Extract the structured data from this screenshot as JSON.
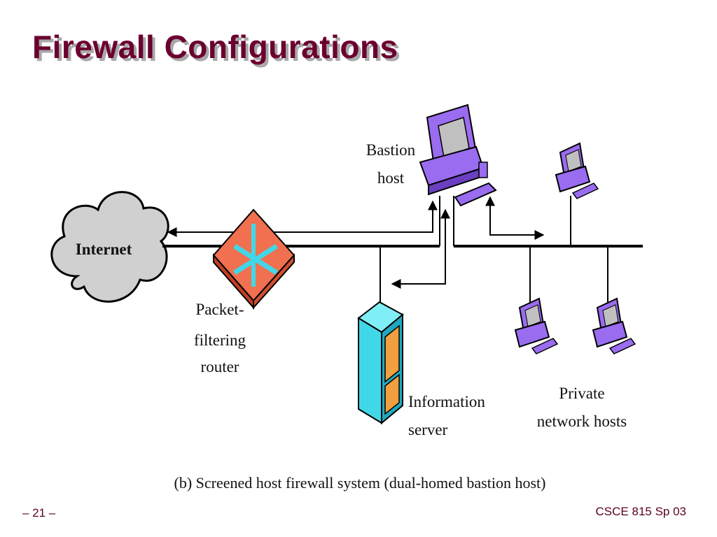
{
  "slide": {
    "title": "Firewall Configurations",
    "page_number": "– 21 –",
    "course": "CSCE 815 Sp 03"
  },
  "diagram": {
    "internet": "Internet",
    "router": [
      "Packet-",
      "filtering",
      "router"
    ],
    "bastion": [
      "Bastion",
      "host"
    ],
    "info_server": [
      "Information",
      "server"
    ],
    "private_hosts": [
      "Private",
      "network hosts"
    ],
    "caption": "(b) Screened host firewall system (dual-homed bastion host)"
  },
  "colors": {
    "title": "#6b0030",
    "cloud": "#d0d0d0",
    "router": "#f07050",
    "router_arrows": "#40d8e8",
    "computer": "#9a6cf0",
    "server": "#40d8e8",
    "server_panel": "#f0a040"
  }
}
